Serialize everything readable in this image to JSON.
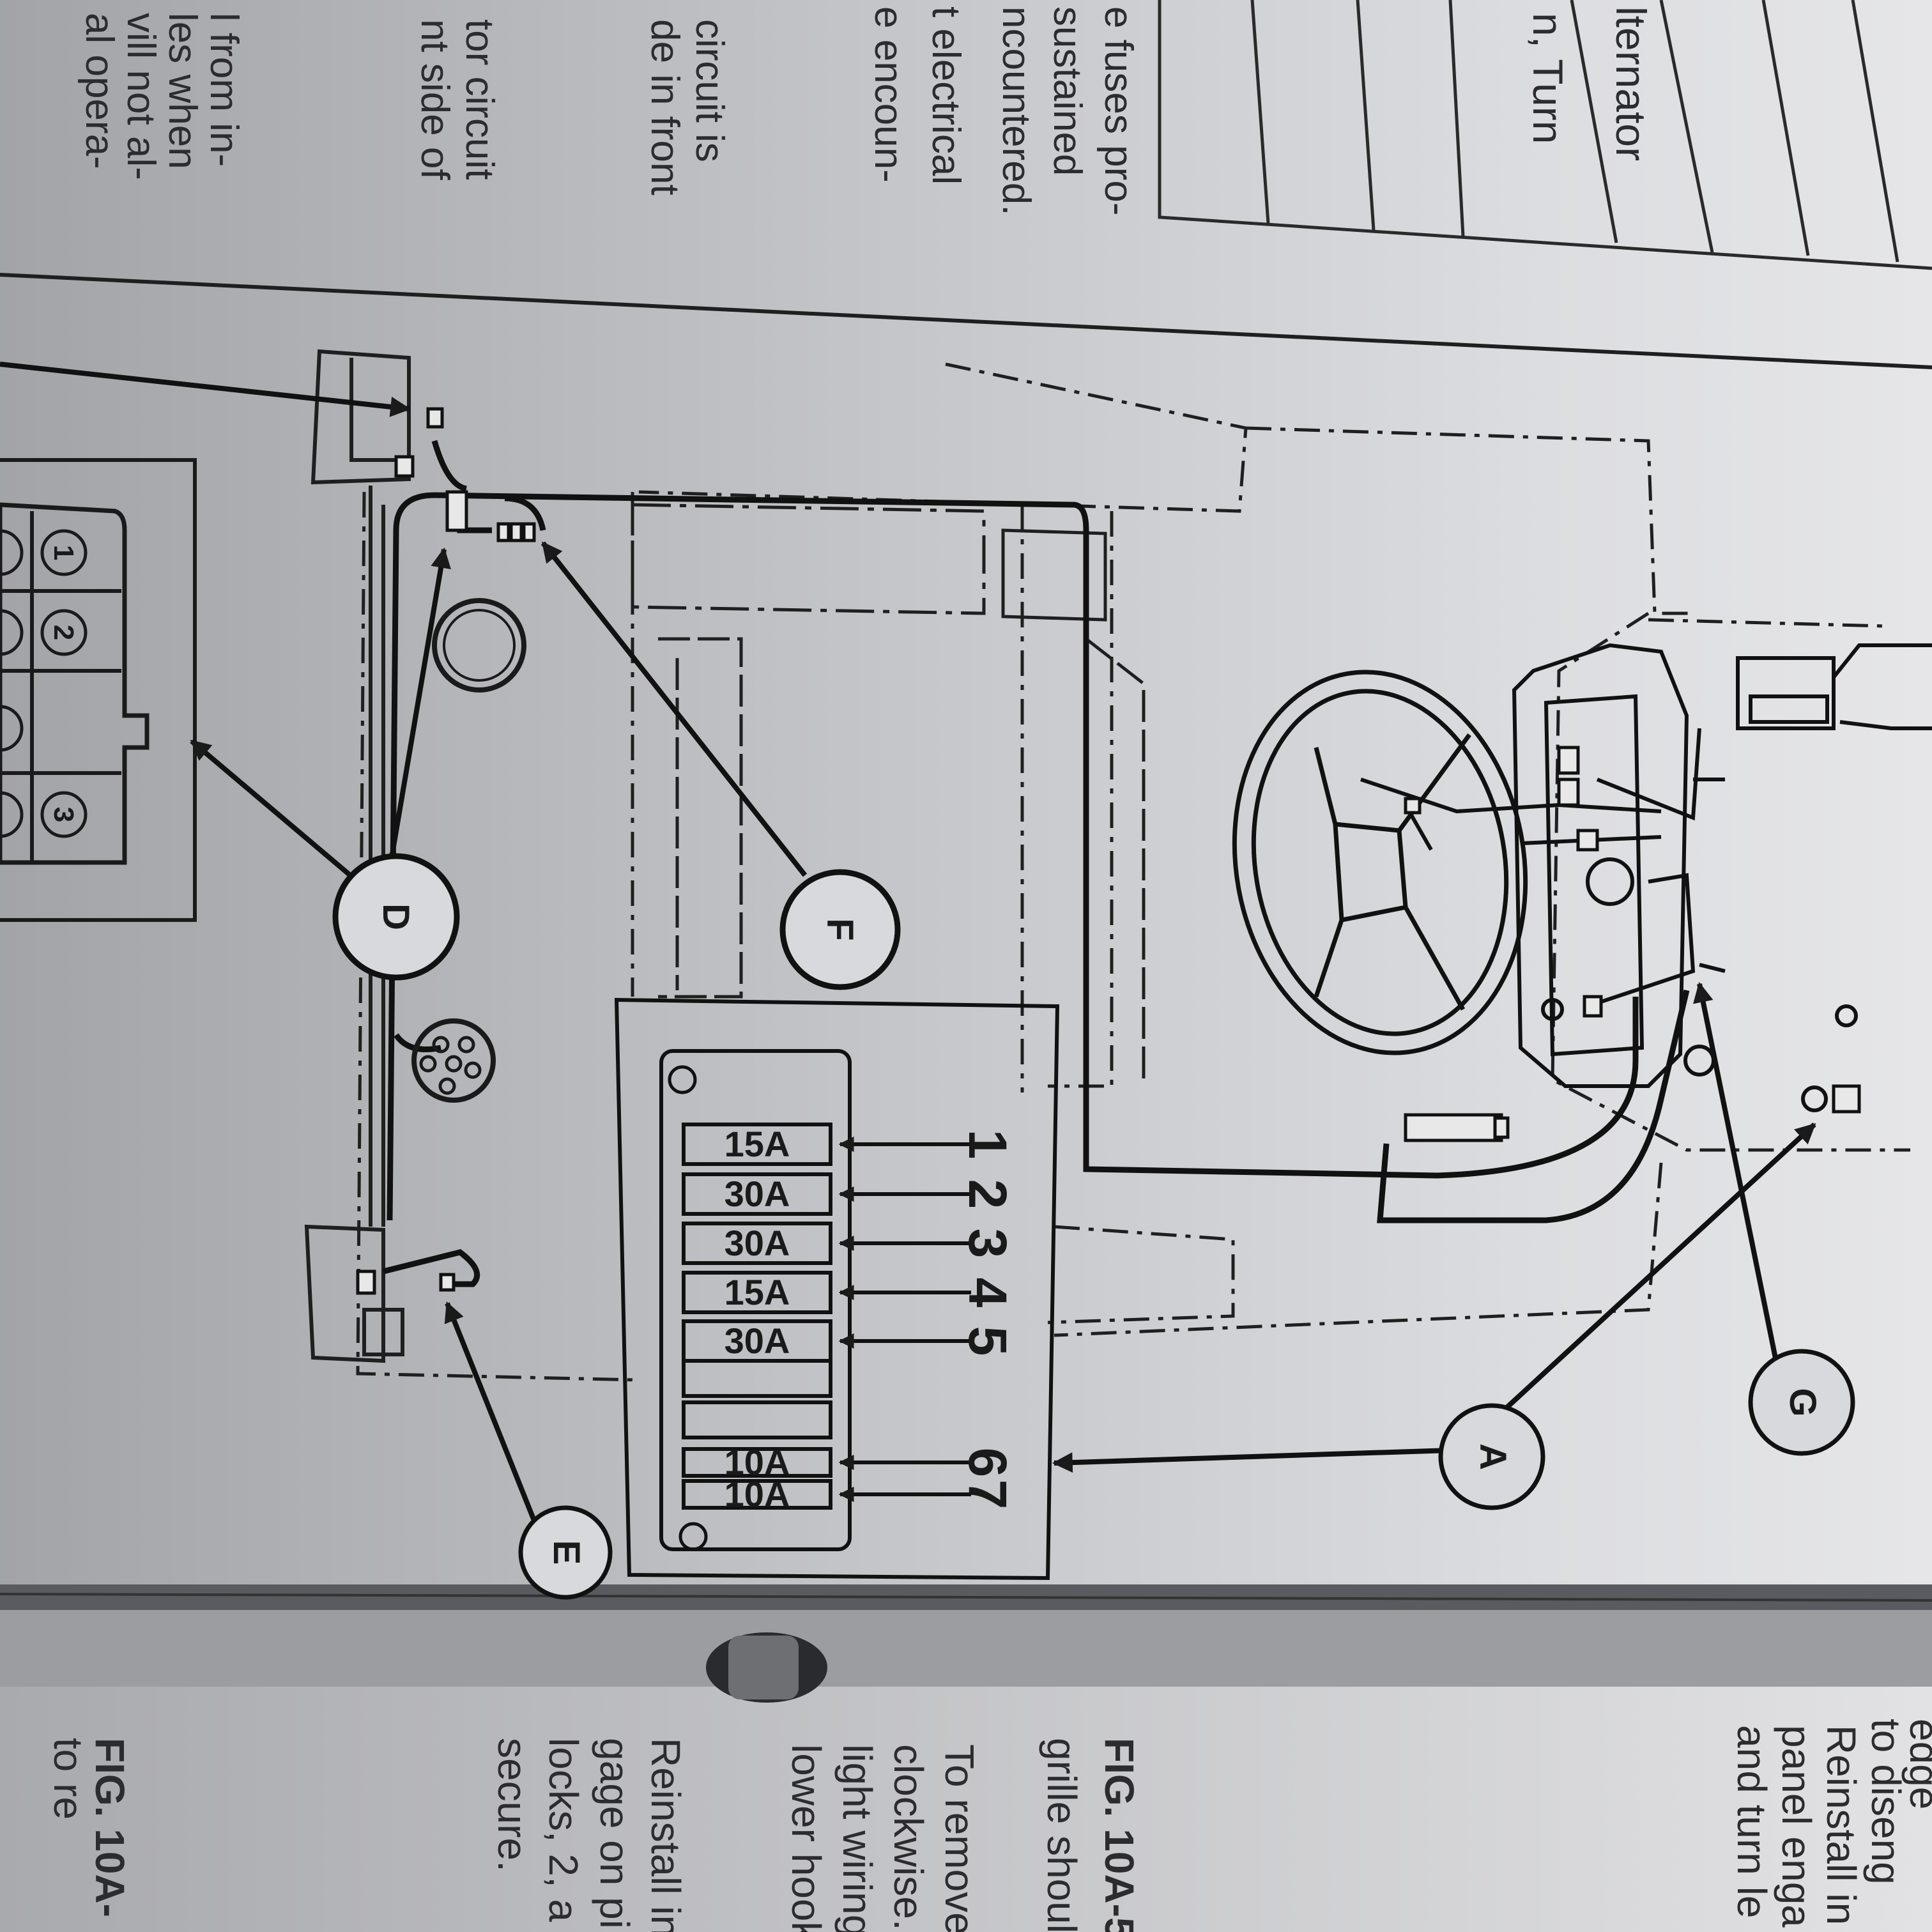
{
  "page_top": {
    "text_col_1": [
      "l from in-",
      "les when",
      "vill not al-",
      "al opera-"
    ],
    "text_col_2": [
      "tor circuit",
      "nt side of"
    ],
    "text_col_3": [
      "circuit is",
      "de in front"
    ],
    "text_col_4": [
      "e fuses pro-",
      "sustained",
      "ncountered.",
      "t electrical",
      "e encoun-"
    ],
    "table_text_1": "lternator",
    "table_text_2": "n, Turn"
  },
  "figure": {
    "callouts": [
      "D",
      "F",
      "E",
      "A",
      "G"
    ],
    "connector_numbers": [
      "1",
      "2",
      "3"
    ],
    "fuse_box": {
      "fuses": [
        {
          "rating": "15A",
          "num": "1"
        },
        {
          "rating": "30A",
          "num": "2"
        },
        {
          "rating": "30A",
          "num": "3"
        },
        {
          "rating": "15A",
          "num": "4"
        },
        {
          "rating": "30A",
          "num": "5"
        },
        {
          "rating": "",
          "num": ""
        },
        {
          "rating": "",
          "num": ""
        },
        {
          "rating": "10A",
          "num": "6"
        },
        {
          "rating": "10A",
          "num": "7"
        }
      ]
    }
  },
  "page_bottom": {
    "lines": [
      "FIG. 10A-",
      "to re",
      "FIG. 10A-5",
      "grille shoul",
      "To remove",
      "clockwise.",
      "light wiring",
      "lower hook",
      "Reinstall in",
      "gage on pi",
      "locks, 2, a",
      "secure.",
      "Reinstall in",
      "panel enga",
      "and turn le",
      "edge",
      "to diseng"
    ]
  }
}
